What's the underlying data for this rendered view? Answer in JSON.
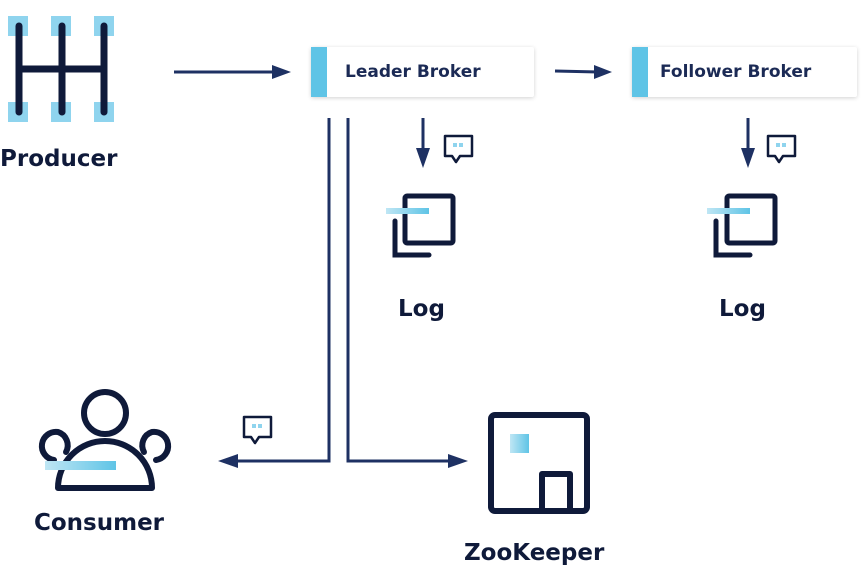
{
  "colors": {
    "line": "#1e3163",
    "icon": "#0f1a3a",
    "accent": "#5fc4e6"
  },
  "nodes": {
    "producer": {
      "label": "Producer",
      "icon": "gear-shift-icon"
    },
    "leader_broker": {
      "label": "Leader Broker"
    },
    "follower_broker": {
      "label": "Follower Broker"
    },
    "leader_log": {
      "label": "Log",
      "icon": "log-copy-icon"
    },
    "follower_log": {
      "label": "Log",
      "icon": "log-copy-icon"
    },
    "consumer": {
      "label": "Consumer",
      "icon": "user-group-icon"
    },
    "zookeeper": {
      "label": "ZooKeeper",
      "icon": "zookeeper-box-icon"
    }
  },
  "edges": [
    {
      "from": "producer",
      "to": "leader_broker"
    },
    {
      "from": "leader_broker",
      "to": "follower_broker"
    },
    {
      "from": "leader_broker",
      "to": "leader_log",
      "message_icon": true
    },
    {
      "from": "follower_broker",
      "to": "follower_log",
      "message_icon": true
    },
    {
      "from": "leader_broker",
      "to": "consumer",
      "message_icon": true
    },
    {
      "from": "leader_broker",
      "to": "zookeeper"
    }
  ]
}
